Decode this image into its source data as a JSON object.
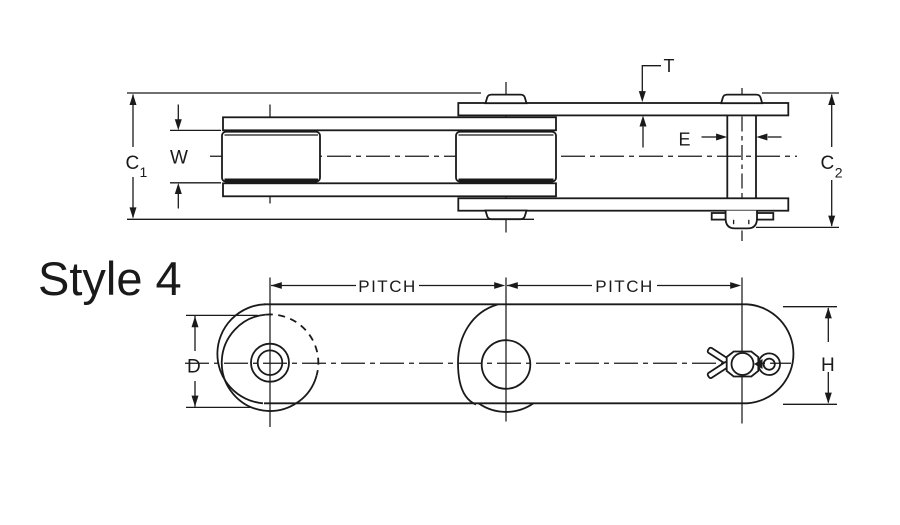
{
  "title": {
    "style_label": "Style 4"
  },
  "dimensions": {
    "c1": {
      "main": "C",
      "sub": "1"
    },
    "c2": {
      "main": "C",
      "sub": "2"
    },
    "w": "W",
    "t": "T",
    "e": "E",
    "d": "D",
    "h": "H",
    "pitch_left": "PITCH",
    "pitch_right": "PITCH"
  },
  "colors": {
    "line": "#1a1a1a",
    "background": "#ffffff"
  }
}
